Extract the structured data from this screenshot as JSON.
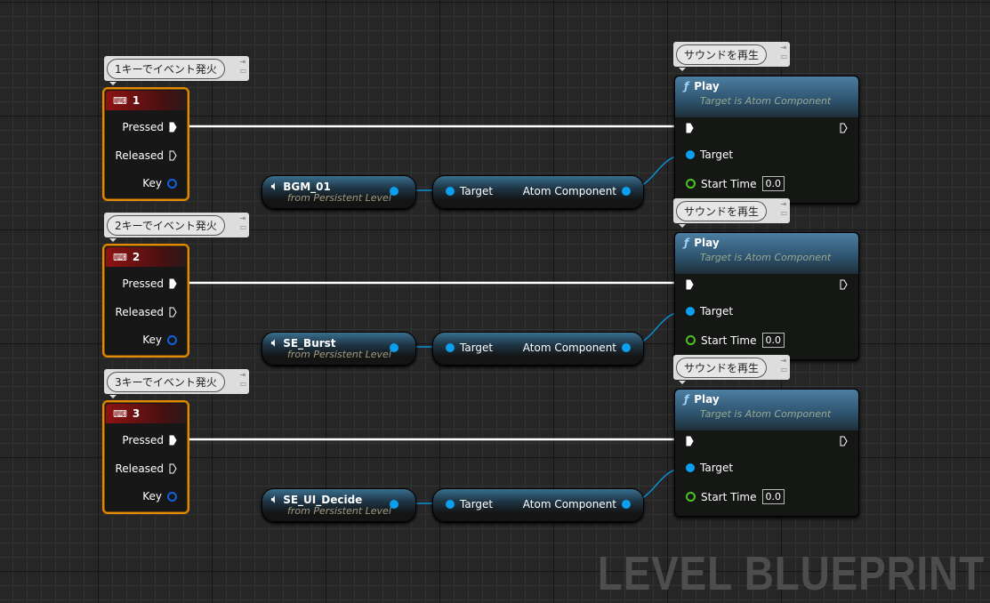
{
  "groups": [
    {
      "comment": "1キーでイベント発火",
      "key": "1",
      "pressed": "Pressed",
      "released": "Released",
      "key_pin": "Key",
      "var_name": "BGM_01",
      "var_sub": "from Persistent Level",
      "get_target": "Target",
      "get_out": "Atom Component",
      "play_comment": "サウンドを再生",
      "play_title": "Play",
      "play_sub": "Target is Atom Component",
      "play_target": "Target",
      "start_time_label": "Start Time",
      "start_time": "0.0"
    },
    {
      "comment": "2キーでイベント発火",
      "key": "2",
      "pressed": "Pressed",
      "released": "Released",
      "key_pin": "Key",
      "var_name": "SE_Burst",
      "var_sub": "from Persistent Level",
      "get_target": "Target",
      "get_out": "Atom Component",
      "play_comment": "サウンドを再生",
      "play_title": "Play",
      "play_sub": "Target is Atom Component",
      "play_target": "Target",
      "start_time_label": "Start Time",
      "start_time": "0.0"
    },
    {
      "comment": "3キーでイベント発火",
      "key": "3",
      "pressed": "Pressed",
      "released": "Released",
      "key_pin": "Key",
      "var_name": "SE_UI_Decide",
      "var_sub": "from Persistent Level",
      "get_target": "Target",
      "get_out": "Atom Component",
      "play_comment": "サウンドを再生",
      "play_title": "Play",
      "play_sub": "Target is Atom Component",
      "play_target": "Target",
      "start_time_label": "Start Time",
      "start_time": "0.0"
    }
  ],
  "watermark": "LEVEL BLUEPRINT",
  "colors": {
    "event_border": "#e38a00",
    "object_pin": "#0aa0f0",
    "float_pin": "#4cc41c",
    "key_pin": "#1060e0"
  }
}
